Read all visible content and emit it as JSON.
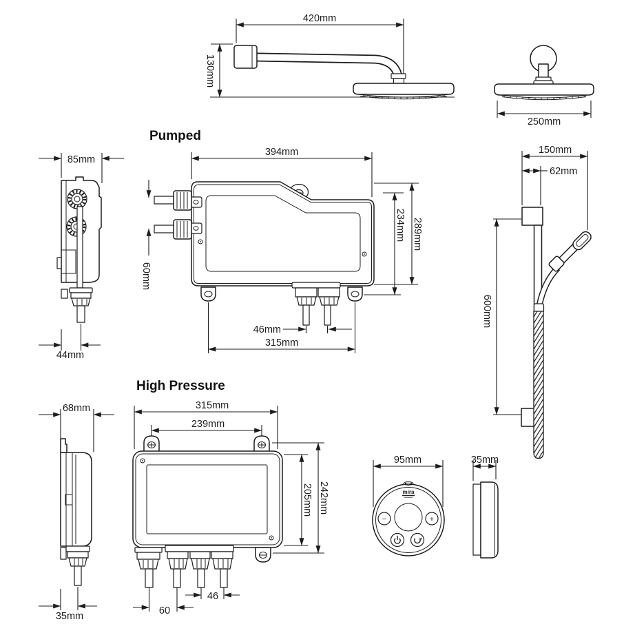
{
  "page": {
    "background": "#ffffff",
    "line_color": "#1c1c1c"
  },
  "sections": {
    "pumped_title": "Pumped",
    "high_pressure_title": "High Pressure"
  },
  "overhead_arm": {
    "reach": "420mm",
    "drop": "130mm"
  },
  "overhead_head": {
    "diameter": "250mm"
  },
  "pumped_valve": {
    "width": "394mm",
    "height_overall": "289mm",
    "height_body": "234mm",
    "inlet_spacing": "60mm",
    "outlet_spacing": "46mm",
    "base_width": "315mm"
  },
  "pumped_valve_side": {
    "depth": "85mm",
    "outlet_offset": "44mm"
  },
  "slide_rail": {
    "bracket_width": "150mm",
    "rail_offset": "62mm",
    "rail_length": "600mm"
  },
  "hp_valve": {
    "width": "315mm",
    "fixing_centres": "239mm",
    "height_overall": "242mm",
    "height_body": "205mm",
    "outlet_spacing_a": "60",
    "outlet_spacing_b": "46"
  },
  "hp_valve_side": {
    "depth": "68mm",
    "outlet_offset": "35mm"
  },
  "controller": {
    "diameter": "95mm",
    "depth": "35mm",
    "brand": "mira",
    "minus": "−",
    "plus": "+"
  }
}
